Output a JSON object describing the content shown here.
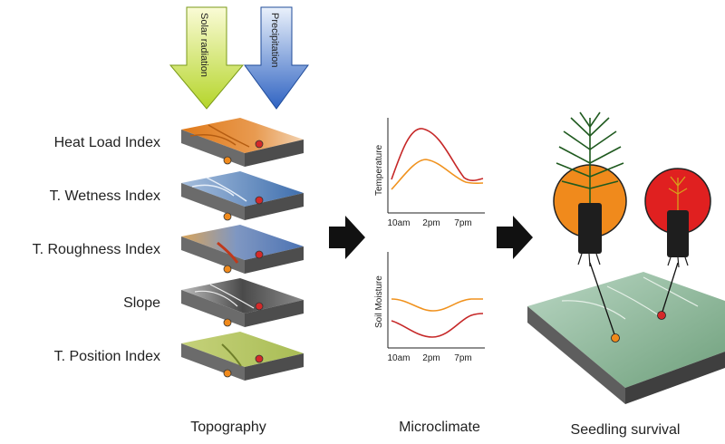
{
  "arrows": {
    "solar": "Solar radiation",
    "precip": "Precipitation"
  },
  "layers": [
    {
      "label": "Heat Load Index"
    },
    {
      "label": "T. Wetness Index"
    },
    {
      "label": "T. Roughness Index"
    },
    {
      "label": "Slope"
    },
    {
      "label": "T. Position Index"
    }
  ],
  "microclimate": {
    "temperature": {
      "ylabel": "Temperature",
      "xticks": [
        "10am",
        "2pm",
        "7pm"
      ]
    },
    "soil": {
      "ylabel": "Soil Moisture",
      "xticks": [
        "10am",
        "2pm",
        "7pm"
      ]
    }
  },
  "sections": {
    "topography": "Topography",
    "microclimate": "Microclimate",
    "survival": "Seedling survival"
  },
  "colors": {
    "solar_arrow": "#c9de3a",
    "precip_arrow": "#3f74c8",
    "red_site": "#d42a2a",
    "orange_site": "#f08a1c",
    "layer_side": "#555555"
  }
}
